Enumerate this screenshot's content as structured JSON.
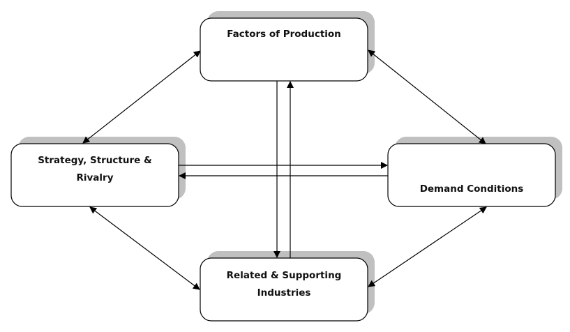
{
  "diagram": {
    "title": "Porter's Diamond",
    "nodes": [
      {
        "id": "factors",
        "lines": [
          "Factors of Production"
        ],
        "label_position": "top"
      },
      {
        "id": "strategy",
        "lines": [
          "Strategy, Structure &",
          "Rivalry"
        ],
        "label_position": "upper"
      },
      {
        "id": "demand",
        "lines": [
          "Demand Conditions"
        ],
        "label_position": "lower"
      },
      {
        "id": "related",
        "lines": [
          "Related & Supporting",
          "Industries"
        ],
        "label_position": "upper"
      }
    ],
    "edges": [
      {
        "from": "factors",
        "to": "strategy",
        "direction": "both"
      },
      {
        "from": "factors",
        "to": "demand",
        "direction": "both"
      },
      {
        "from": "strategy",
        "to": "related",
        "direction": "both"
      },
      {
        "from": "demand",
        "to": "related",
        "direction": "both"
      },
      {
        "from": "strategy",
        "to": "demand",
        "direction": "forward"
      },
      {
        "from": "demand",
        "to": "strategy",
        "direction": "forward"
      },
      {
        "from": "factors",
        "to": "related",
        "direction": "forward"
      },
      {
        "from": "related",
        "to": "factors",
        "direction": "forward"
      }
    ],
    "colors": {
      "box_fill": "#ffffff",
      "box_stroke": "#000000",
      "shadow": "#c0c0c0",
      "line": "#000000"
    }
  }
}
